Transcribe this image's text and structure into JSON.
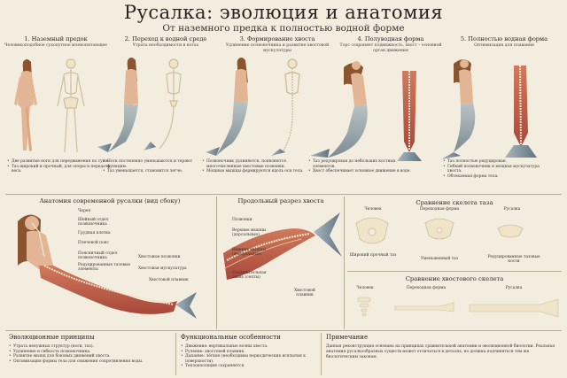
{
  "header": {
    "title": "Русалка: эволюция и анатомия",
    "subtitle": "От наземного предка к полностью водной форме"
  },
  "stages": [
    {
      "title": "1. Наземный предок",
      "desc": "Человекоподобное сухопутное млекопитающее",
      "bullets": [
        "Две развитые ноги для передвижения по суше.",
        "Таз широкий и прочный, для опоры и передачи веса."
      ]
    },
    {
      "title": "2. Переход к водной среде",
      "desc": "Утрата необходимости в ногах",
      "bullets": [
        "Ноги постепенно уменьшаются и теряют функцию.",
        "Таз уменьшается, становится легче."
      ]
    },
    {
      "title": "3. Формирование хвоста",
      "desc": "Удлинение позвоночника и развитие хвостовой мускулатуры",
      "bullets": [
        "Позвоночник удлиняется, появляются многочисленные хвостовые позвонки.",
        "Мощные мышцы формируются вдоль оси тела."
      ]
    },
    {
      "title": "4. Полуводная форма",
      "desc": "Торс сохраняет подвижность, хвост – основной орган движения",
      "bullets": [
        "Таз редуцирован до небольших костных элементов.",
        "Хвост обеспечивает основное движение в воде."
      ]
    },
    {
      "title": "5. Полностью водная форма",
      "desc": "Оптимизация для плавания",
      "bullets": [
        "Таз полностью редуцирован.",
        "Гибкий позвоночник и мощная мускулатура хвоста.",
        "Обтекаемая форма тела."
      ]
    }
  ],
  "anatomy": {
    "title": "Анатомия современной русалки (вид сбоку)",
    "labels": {
      "skull": "Череп",
      "cervical": "Шейный отдел позвоночника",
      "ribcage": "Грудная клетка",
      "shoulder": "Плечевой пояс",
      "lumbar": "Поясничный отдел позвоночника",
      "reduced_pelvis": "Редуцированные тазовые элементы",
      "tail_vertebrae": "Хвостовые позвонки",
      "tail_muscles": "Хвостовая мускулатура",
      "tail_fin": "Хвостовой плавник"
    }
  },
  "section": {
    "title": "Продольный разрез хвоста",
    "labels": {
      "vertebrae": "Позвонки",
      "upper_muscle": "Верхние мышцы (дорсальные)",
      "lower_muscle": "Нижние мышцы (вентральные)",
      "connective": "Соединительная ткань (септы)",
      "fin": "Хвостовой плавник"
    }
  },
  "pelvis": {
    "title": "Сравнение скелета таза",
    "columns": [
      {
        "head": "Человек",
        "caption": "Широкий прочный таз"
      },
      {
        "head": "Переходная форма",
        "caption": "Уменьшенный таз"
      },
      {
        "head": "Русалка",
        "caption": "Редуцированные тазовые кости"
      }
    ]
  },
  "tail_skeleton": {
    "title": "Сравнение хвостового скелета",
    "columns": [
      {
        "head": "Человек"
      },
      {
        "head": "Переходная форма"
      },
      {
        "head": "Русалка"
      }
    ]
  },
  "principles": {
    "title": "Эволюционные принципы",
    "items": [
      "Утрата ненужных структур (ноги, таз).",
      "Удлинение и гибкость позвоночника.",
      "Развитие мышц для боковых движений хвоста.",
      "Оптимизация формы тела для снижения сопротивления воды."
    ]
  },
  "features": {
    "title": "Функциональные особенности",
    "items": [
      "Движение: вертикальные волны хвоста.",
      "Руление: хвостовой плавник.",
      "Дыхание: лёгкие (необходимы периодические всплытия к поверхности).",
      "Теплоизоляция сохраняется."
    ]
  },
  "note": {
    "title": "Примечание",
    "text": "Данная реконструкция основана на принципах сравнительной анатомии и эволюционной биологии. Реальная анатомия русалкообразных существ может отличаться в деталях, но должна подчиняться тем же биологическим законам."
  },
  "colors": {
    "background": "#f3ede0",
    "skin": "#e2b594",
    "hair": "#8a5430",
    "bone": "#efe4c8",
    "muscle": "#c8654e",
    "fin": "#8fa1ad"
  }
}
